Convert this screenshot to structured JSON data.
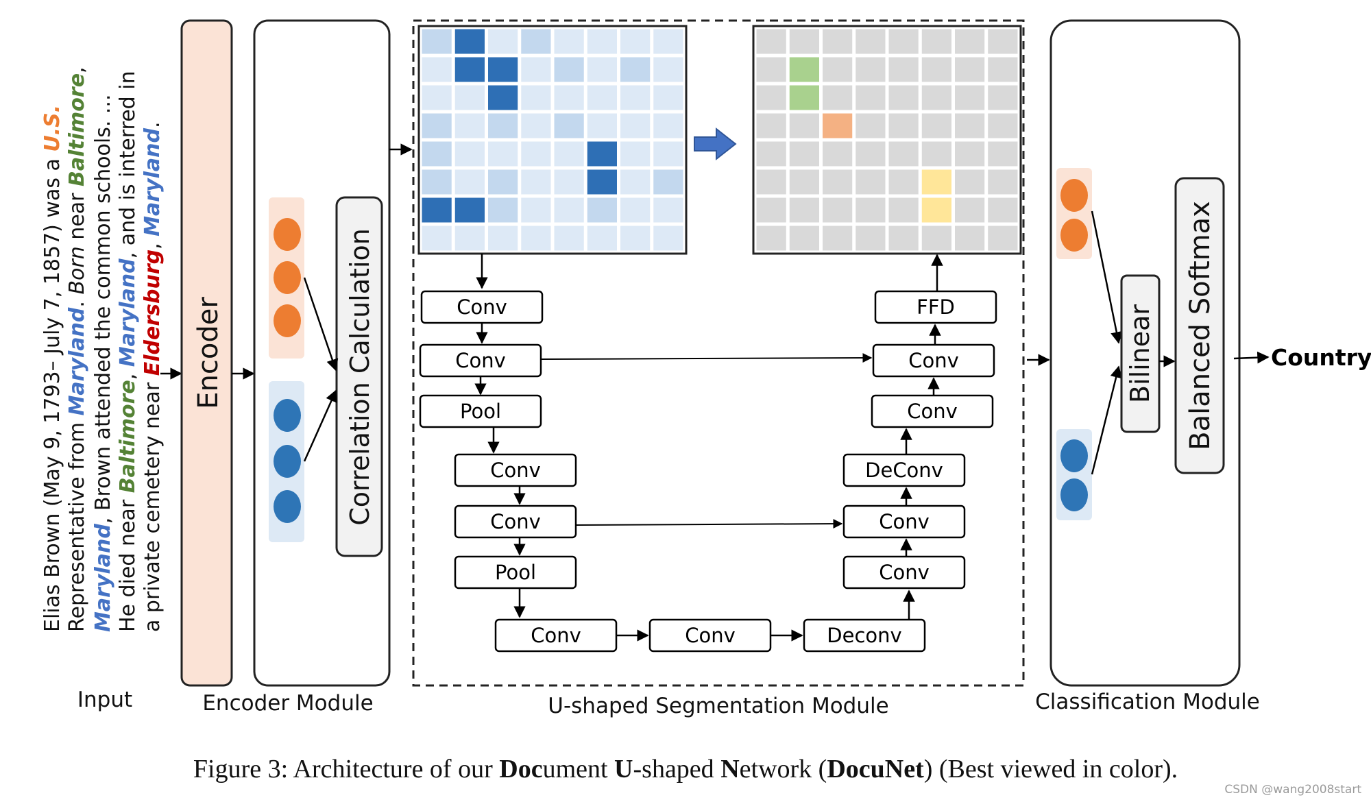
{
  "input": {
    "label": "Input",
    "lines": [
      [
        {
          "t": "Elias Brown (May 9, 1793– July 7, 1857) was a ",
          "s": "plain"
        },
        {
          "t": "U.S.",
          "s": "orange"
        }
      ],
      [
        {
          "t": "Representative from ",
          "s": "plain"
        },
        {
          "t": "Maryland",
          "s": "blue"
        },
        {
          "t": ". ",
          "s": "plain"
        },
        {
          "t": "Born",
          "s": "italic"
        },
        {
          "t": " near ",
          "s": "plain"
        },
        {
          "t": "Baltimore",
          "s": "green"
        },
        {
          "t": ",",
          "s": "plain"
        }
      ],
      [
        {
          "t": "Maryland",
          "s": "blue"
        },
        {
          "t": ", Brown attended the common schools. ...",
          "s": "plain"
        }
      ],
      [
        {
          "t": "He died near ",
          "s": "plain"
        },
        {
          "t": "Baltimore",
          "s": "green"
        },
        {
          "t": ", ",
          "s": "plain"
        },
        {
          "t": "Maryland",
          "s": "blue"
        },
        {
          "t": ", and is interred in",
          "s": "plain"
        }
      ],
      [
        {
          "t": "a private cemetery near ",
          "s": "plain"
        },
        {
          "t": "Eldersburg",
          "s": "red"
        },
        {
          "t": ", ",
          "s": "plain"
        },
        {
          "t": "Maryland",
          "s": "blue"
        },
        {
          "t": ".",
          "s": "plain"
        }
      ]
    ]
  },
  "encoder": {
    "title": "Encoder",
    "module_label": "Encoder Module"
  },
  "correlation": {
    "title": "Correlation Calculation"
  },
  "segmentation": {
    "module_label": "U-shaped  Segmentation Module",
    "blocks": {
      "conv_a1": "Conv",
      "conv_a2": "Conv",
      "pool_a": "Pool",
      "conv_b1": "Conv",
      "conv_b2": "Conv",
      "pool_b": "Pool",
      "conv_c1": "Conv",
      "conv_c2": "Conv",
      "deconv_c": "Deconv",
      "conv_d1": "Conv",
      "conv_d2": "Conv",
      "deconv_d": "DeConv",
      "conv_e1": "Conv",
      "conv_e2": "Conv",
      "ffd": "FFD"
    }
  },
  "classification": {
    "module_label": "Classification Module",
    "bilinear": "Bilinear",
    "softmax": "Balanced  Softmax",
    "output": "Country"
  },
  "caption": {
    "prefix": "Figure 3: Architecture of our ",
    "b1": "Doc",
    "t1": "ument ",
    "b2": "U",
    "t2": "-shaped ",
    "b3": "N",
    "t3": "etwork (",
    "b4": "DocuNet",
    "t4": ") (Best viewed in color)."
  },
  "watermark": "CSDN @wang2008start",
  "colors": {
    "encoder_fill": "#fbe3d6",
    "entity_orange": "#ed7d31",
    "entity_blue": "#2e75b6",
    "orange_group_bg": "#fbe3d6",
    "blue_group_bg": "#dde9f5",
    "text_orange": "#ed7d31",
    "text_blue": "#4472c4",
    "text_green": "#548235",
    "text_red": "#c00000",
    "grid_gray": "#d9d9d9",
    "cell_green": "#a9d18e",
    "cell_salmon": "#f4b183",
    "cell_yellow": "#ffe699",
    "arrow_blue": "#4472c4"
  }
}
